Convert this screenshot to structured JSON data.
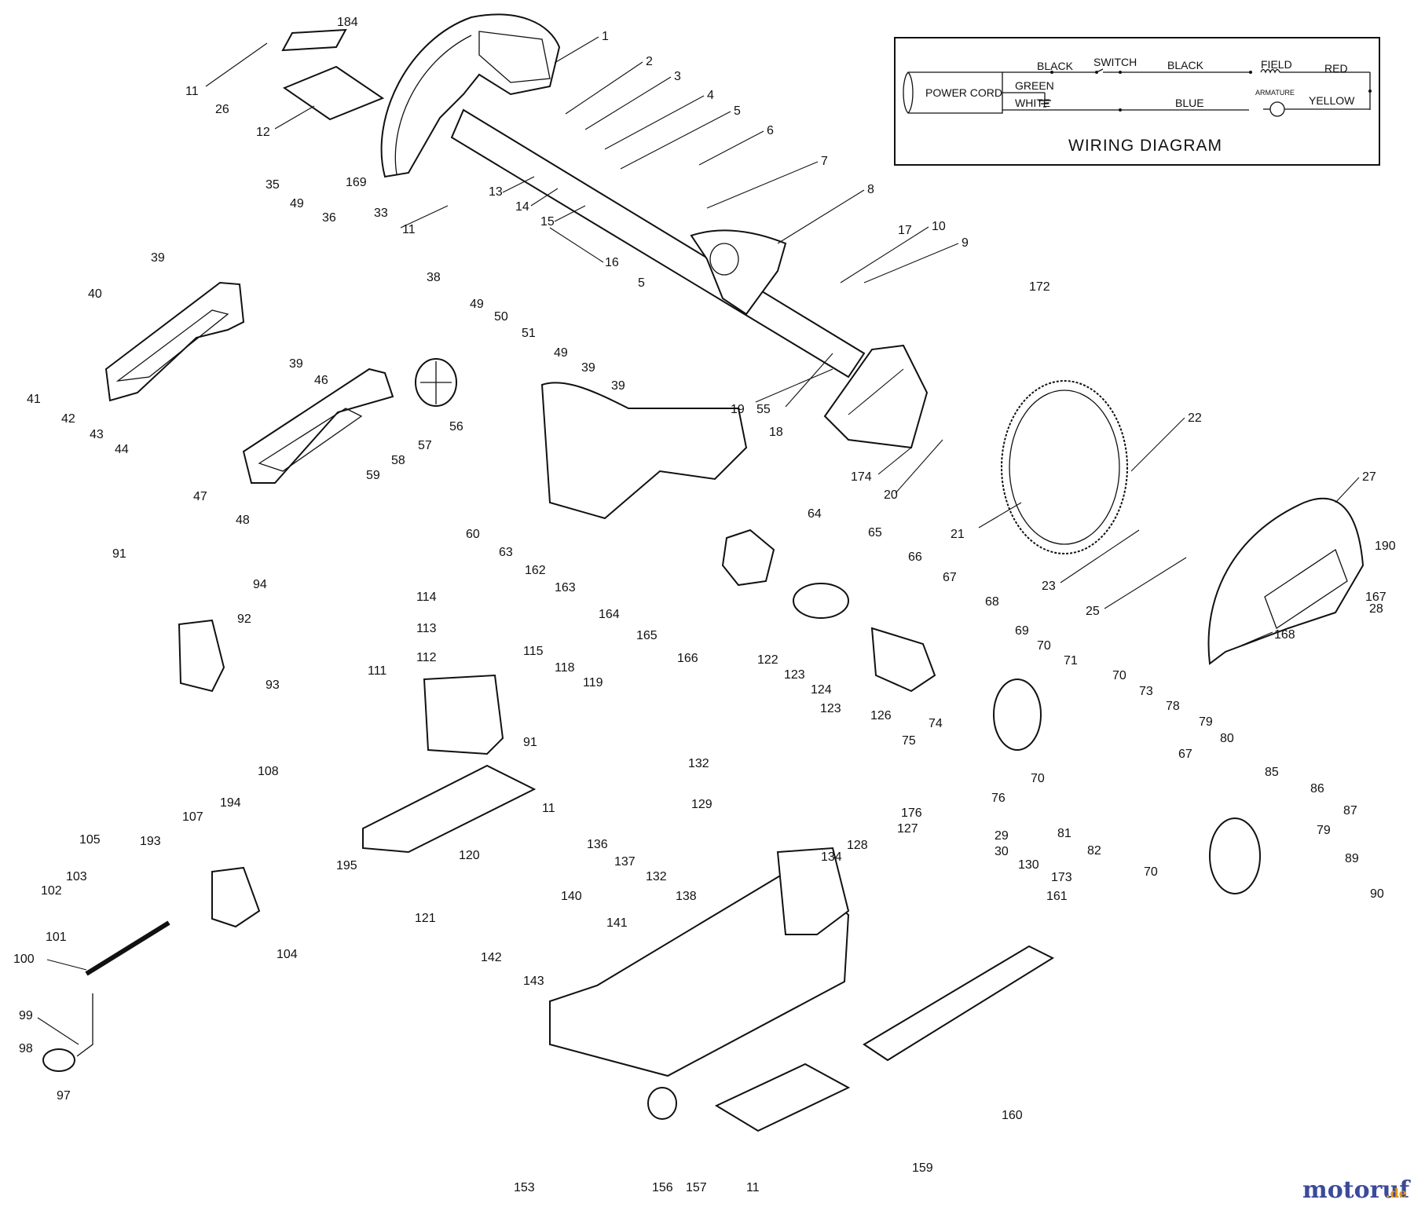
{
  "wiring_diagram": {
    "title": "WIRING DIAGRAM",
    "power_cord": "POWER CORD",
    "wire_black_1": "BLACK",
    "wire_switch": "SWITCH",
    "wire_black_2": "BLACK",
    "wire_field": "FIELD",
    "wire_red": "RED",
    "wire_green": "GREEN",
    "wire_white": "WHITE",
    "wire_blue": "BLUE",
    "wire_armature": "ARMATURE",
    "wire_yellow": "YELLOW"
  },
  "part_numbers": {
    "p1": "1",
    "p2": "2",
    "p3": "3",
    "p4": "4",
    "p5a": "5",
    "p5b": "5",
    "p6": "6",
    "p7": "7",
    "p8": "8",
    "p9": "9",
    "p10": "10",
    "p11a": "11",
    "p11b": "11",
    "p11c": "11",
    "p11d": "11",
    "p12": "12",
    "p13": "13",
    "p14": "14",
    "p15": "15",
    "p16": "16",
    "p17": "17",
    "p18": "18",
    "p19": "19",
    "p20": "20",
    "p21": "21",
    "p22": "22",
    "p23": "23",
    "p25": "25",
    "p26": "26",
    "p27": "27",
    "p28": "28",
    "p29": "29",
    "p30": "30",
    "p33": "33",
    "p35": "35",
    "p36": "36",
    "p38": "38",
    "p39a": "39",
    "p39b": "39",
    "p39c": "39",
    "p39d": "39",
    "p40": "40",
    "p41": "41",
    "p42": "42",
    "p43": "43",
    "p44": "44",
    "p46": "46",
    "p47": "47",
    "p48": "48",
    "p49a": "49",
    "p49b": "49",
    "p49c": "49",
    "p50": "50",
    "p51": "51",
    "p55": "55",
    "p56": "56",
    "p57": "57",
    "p58": "58",
    "p59": "59",
    "p60": "60",
    "p63": "63",
    "p64": "64",
    "p65": "65",
    "p66": "66",
    "p67a": "67",
    "p67b": "67",
    "p68": "68",
    "p69": "69",
    "p70a": "70",
    "p70b": "70",
    "p70c": "70",
    "p70d": "70",
    "p71": "71",
    "p73": "73",
    "p74": "74",
    "p75": "75",
    "p76": "76",
    "p78": "78",
    "p79a": "79",
    "p79b": "79",
    "p80": "80",
    "p81": "81",
    "p82": "82",
    "p85": "85",
    "p86": "86",
    "p87": "87",
    "p89": "89",
    "p90": "90",
    "p91a": "91",
    "p91b": "91",
    "p92": "92",
    "p93": "93",
    "p94": "94",
    "p97": "97",
    "p98": "98",
    "p99": "99",
    "p100": "100",
    "p101": "101",
    "p102": "102",
    "p103": "103",
    "p104": "104",
    "p105": "105",
    "p107": "107",
    "p108": "108",
    "p111": "111",
    "p112": "112",
    "p113": "113",
    "p114": "114",
    "p115": "115",
    "p118": "118",
    "p119": "119",
    "p120": "120",
    "p121": "121",
    "p122": "122",
    "p123a": "123",
    "p123b": "123",
    "p124": "124",
    "p126": "126",
    "p127": "127",
    "p128": "128",
    "p129": "129",
    "p130": "130",
    "p132a": "132",
    "p132b": "132",
    "p134": "134",
    "p136": "136",
    "p137": "137",
    "p138": "138",
    "p140": "140",
    "p141": "141",
    "p142": "142",
    "p143": "143",
    "p153": "153",
    "p156": "156",
    "p157": "157",
    "p159": "159",
    "p160": "160",
    "p161": "161",
    "p162": "162",
    "p163": "163",
    "p164": "164",
    "p165": "165",
    "p166": "166",
    "p167": "167",
    "p168": "168",
    "p169": "169",
    "p172": "172",
    "p173": "173",
    "p174": "174",
    "p176": "176",
    "p184": "184",
    "p190": "190",
    "p193": "193",
    "p194": "194",
    "p195": "195"
  },
  "watermark": {
    "main": "motoruf",
    "suffix": ".de"
  }
}
